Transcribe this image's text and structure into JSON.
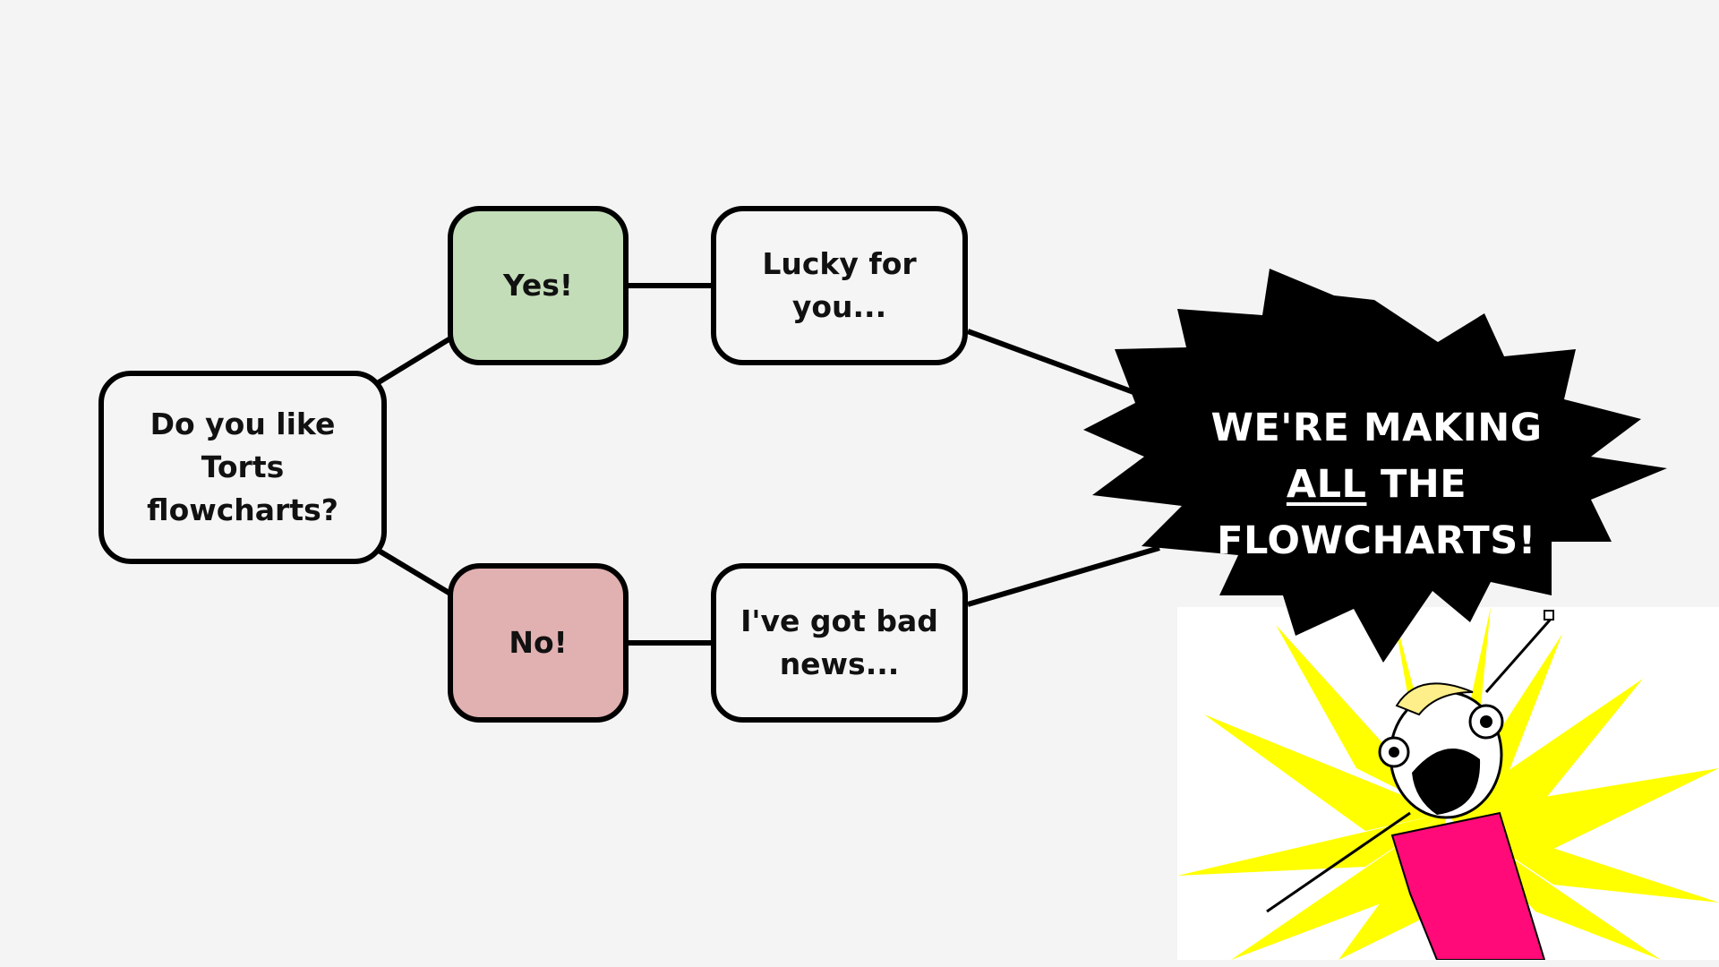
{
  "nodes": {
    "question": {
      "line1": "Do you like Torts",
      "line2": "flowcharts?"
    },
    "yes": {
      "label": "Yes!",
      "color": "#c4ddb9"
    },
    "no": {
      "label": "No!",
      "color": "#e1b0b0"
    },
    "lucky": {
      "label": "Lucky for you..."
    },
    "bad_news": {
      "line1": "I've got bad",
      "line2": "news..."
    }
  },
  "burst": {
    "line1": "WE'RE MAKING",
    "line2_underlined": "ALL",
    "line2_rest": "THE",
    "line3": "FLOWCHARTS!",
    "fill": "#000000",
    "text_color": "#ffffff"
  },
  "illustration": {
    "description_icon": "all-the-things-meme-icon",
    "rays_color": "#ffff00",
    "shirt_color": "#ff0a78"
  }
}
